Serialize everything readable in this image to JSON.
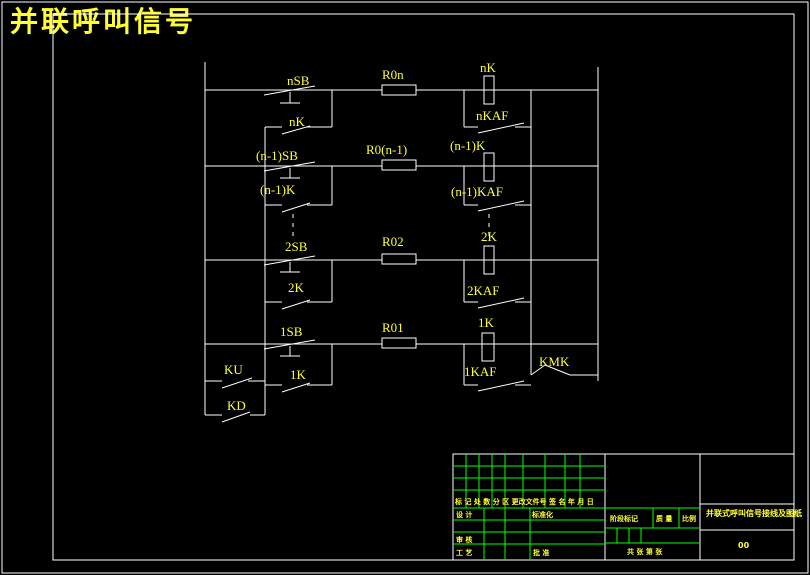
{
  "title": "并联呼叫信号",
  "labels": {
    "r0n": "R0n",
    "nk_top": "nK",
    "nsb": "nSB",
    "nk_side": "nK",
    "nkaf": "nKAF",
    "r0n1": "R0(n-1)",
    "n1sb": "(n-1)SB",
    "n1k_coil": "(n-1)K",
    "n1k": "(n-1)K",
    "n1kaf": "(n-1)KAF",
    "sb2": "2SB",
    "r02": "R02",
    "k2_coil": "2K",
    "k2": "2K",
    "kaf2": "2KAF",
    "sb1": "1SB",
    "r01": "R01",
    "k1_coil": "1K",
    "ku": "KU",
    "k1": "1K",
    "kaf1": "1KAF",
    "kmk": "KMK",
    "kd": "KD"
  },
  "titleblock": {
    "header": "标 记 处 数   分  区 更改文件号  签 名  年 月 日",
    "design": "设 计",
    "standardize": "标准化",
    "review": "审 核",
    "process": "工 艺",
    "approve": "批 准",
    "stage": "阶段标记",
    "weight": "质 量",
    "scale": "比例",
    "sheets": "共   张  第   张",
    "drawing_name": "并联式呼叫信号接线及图纸",
    "code": "00"
  }
}
